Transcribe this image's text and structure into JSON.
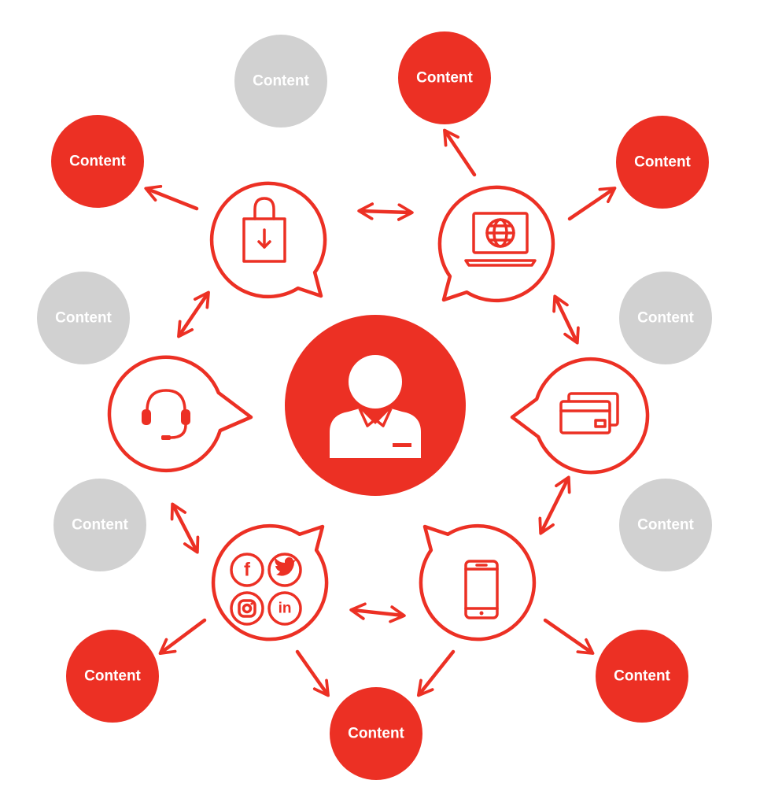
{
  "colors": {
    "accent": "#ec3024",
    "muted": "#d1d1d1",
    "text_on_node": "#ffffff"
  },
  "hub": {
    "icon": "customer-service-agent-icon"
  },
  "channels": [
    {
      "id": "shopping",
      "icon": "shopping-bag-icon"
    },
    {
      "id": "web",
      "icon": "laptop-globe-icon"
    },
    {
      "id": "payment",
      "icon": "credit-card-icon"
    },
    {
      "id": "mobile",
      "icon": "smartphone-icon"
    },
    {
      "id": "social",
      "icon": "social-media-icons"
    },
    {
      "id": "support",
      "icon": "headset-icon"
    }
  ],
  "social_glyphs": {
    "facebook": "f",
    "twitter": "t",
    "instagram": "o",
    "linkedin": "in"
  },
  "content_nodes": [
    {
      "label": "Content",
      "state": "muted"
    },
    {
      "label": "Content",
      "state": "active"
    },
    {
      "label": "Content",
      "state": "active"
    },
    {
      "label": "Content",
      "state": "active"
    },
    {
      "label": "Content",
      "state": "muted"
    },
    {
      "label": "Content",
      "state": "muted"
    },
    {
      "label": "Content",
      "state": "muted"
    },
    {
      "label": "Content",
      "state": "muted"
    },
    {
      "label": "Content",
      "state": "active"
    },
    {
      "label": "Content",
      "state": "active"
    },
    {
      "label": "Content",
      "state": "active"
    }
  ]
}
